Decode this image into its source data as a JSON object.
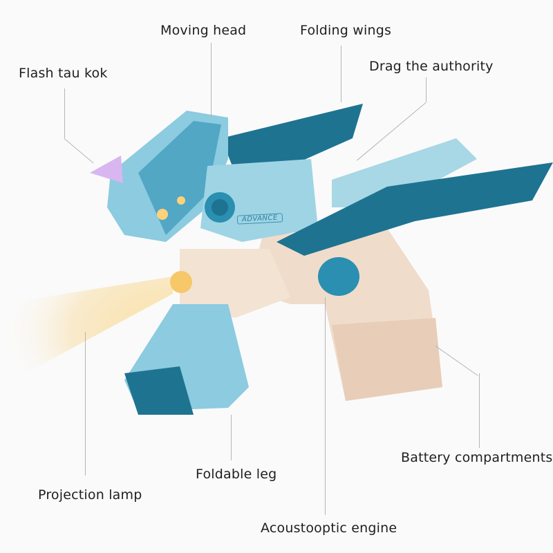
{
  "labels": {
    "moving_head": "Moving head",
    "folding_wings": "Folding wings",
    "flash_tau_kok": "Flash tau kok",
    "drag_authority": "Drag the authority",
    "battery": "Battery compartments",
    "foldable_leg": "Foldable leg",
    "projection_lamp": "Projection lamp",
    "acoustooptic": "Acoustooptic engine"
  },
  "toy": {
    "badge_text": "ADVANCE",
    "colors": {
      "body_blue": "#8ccbe0",
      "dark_teal": "#1e7391",
      "cream": "#f0dccb",
      "light_beam": "#f7d48a"
    }
  }
}
